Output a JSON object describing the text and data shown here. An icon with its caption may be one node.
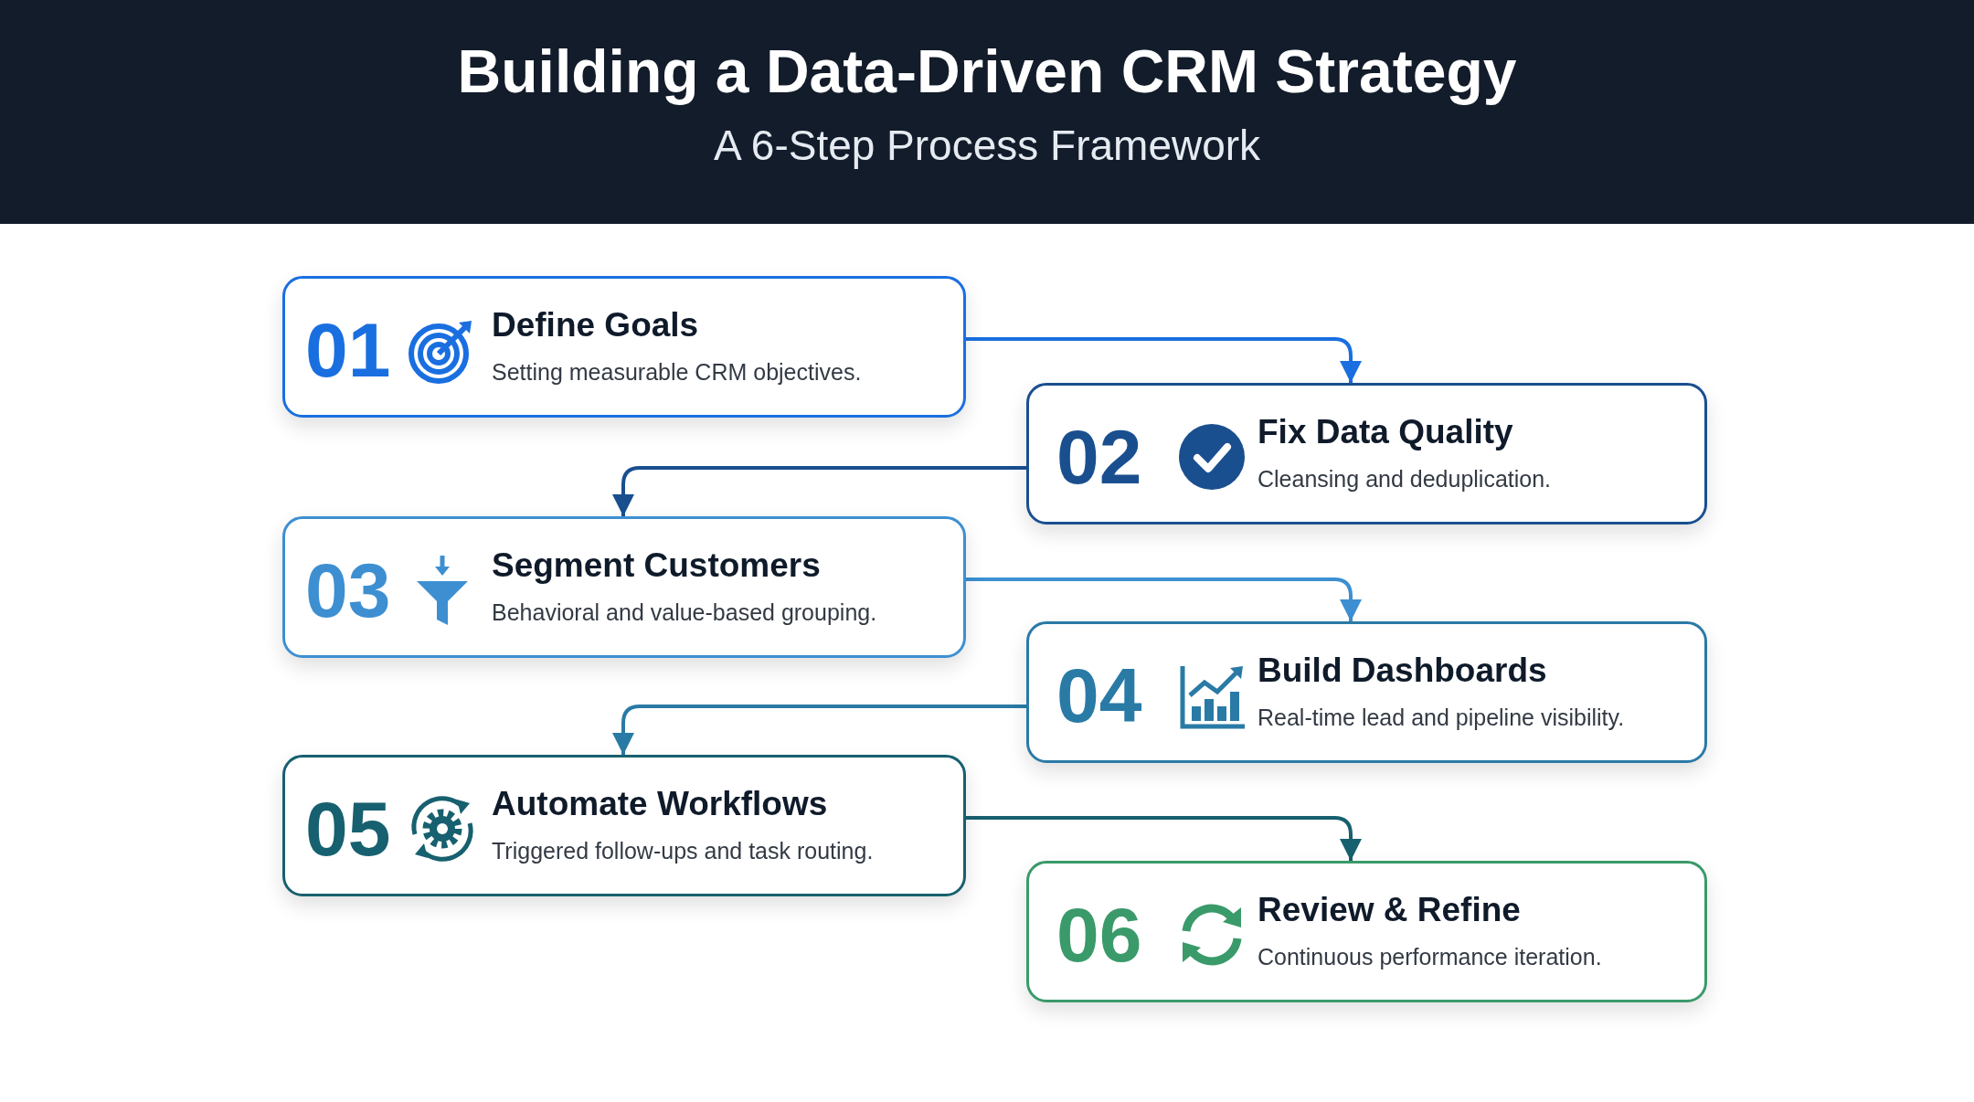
{
  "diagram": {
    "title": "Building a Data-Driven CRM Strategy",
    "caption": "A 6-Step Process Framework",
    "nodes": [
      {
        "text": [
          "01",
          "Define Goals",
          "Setting measurable CRM objectives."
        ]
      },
      {
        "text": [
          "02",
          "Fix Data Quality",
          "Cleansing and deduplication."
        ]
      },
      {
        "text": [
          "03",
          "Segment Customers",
          "Behavioral and value-based grouping."
        ]
      },
      {
        "text": [
          "04",
          "Build Dashboards",
          "Real-time lead and pipeline visibility."
        ]
      },
      {
        "text": [
          "05",
          "Automate Workflows",
          "Triggered follow-ups and task routing."
        ]
      },
      {
        "text": [
          "06",
          "Review & Refine",
          "Continuous performance iteration."
        ]
      }
    ],
    "edges": [
      {
        "from": 0,
        "to": 1,
        "arrow": "to",
        "color": "#1a6fe0"
      },
      {
        "from": 1,
        "to": 2,
        "arrow": "to",
        "color": "#1a4f8f"
      },
      {
        "from": 2,
        "to": 3,
        "arrow": "to",
        "color": "#3d8fd1"
      },
      {
        "from": 3,
        "to": 4,
        "arrow": "to",
        "color": "#2a7aa6"
      },
      {
        "from": 4,
        "to": 5,
        "arrow": "to",
        "color": "#17606f"
      }
    ]
  }
}
